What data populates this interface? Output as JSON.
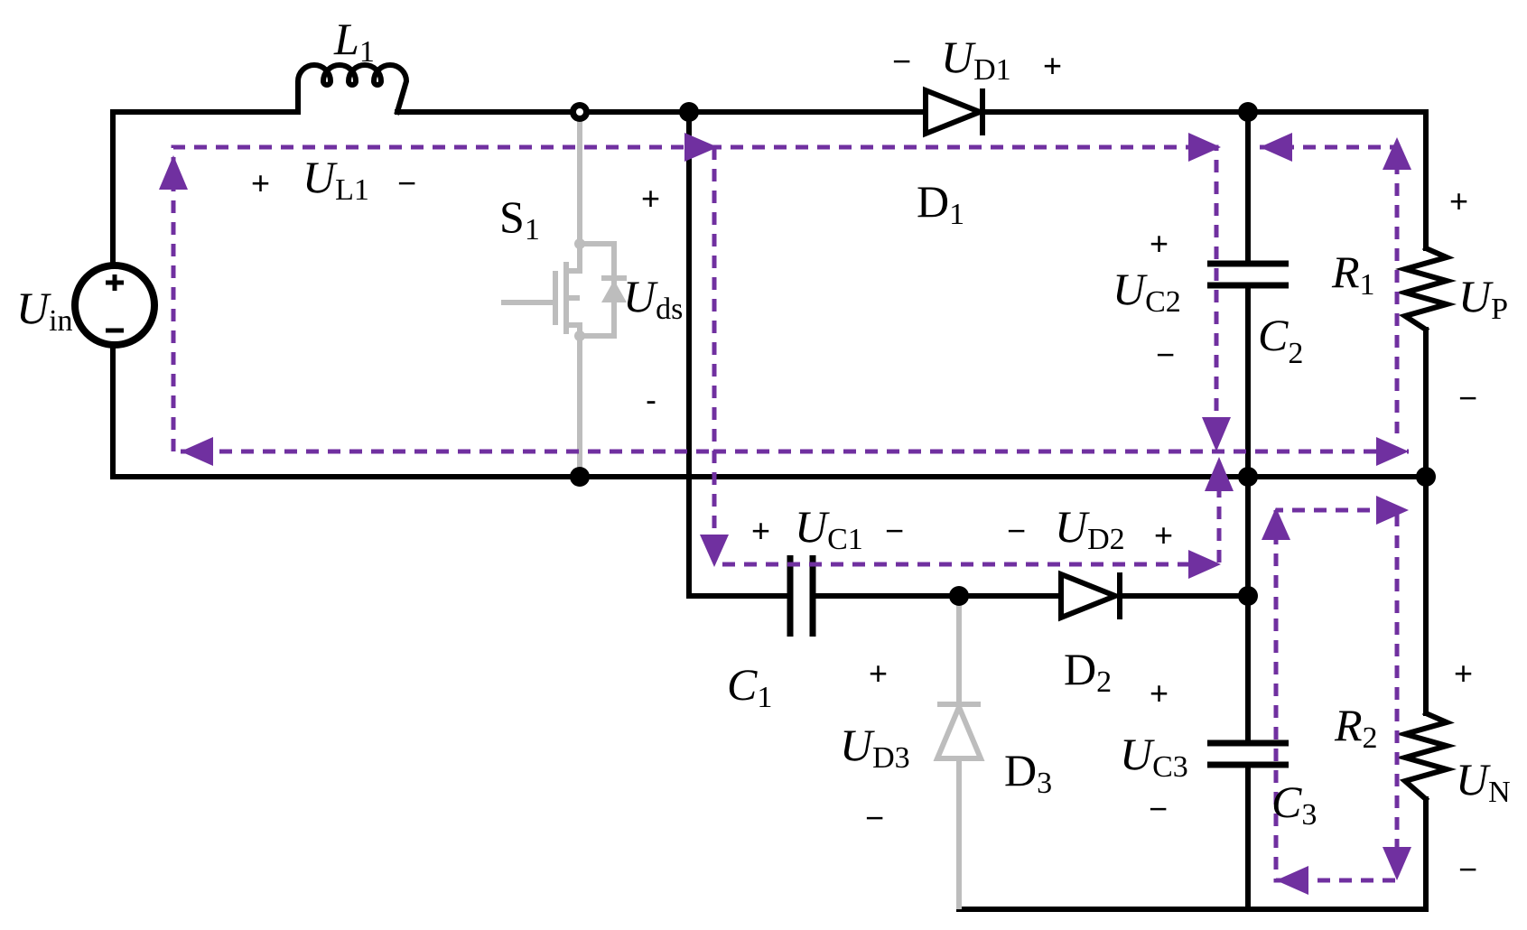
{
  "colors": {
    "wire": "#000000",
    "inactive": "#bdbdbd",
    "current_path": "#7030a0"
  },
  "labels": {
    "L1": {
      "main": "L",
      "sub": "1"
    },
    "S1": {
      "main": "S",
      "sub": "1"
    },
    "D1": {
      "main": "D",
      "sub": "1"
    },
    "D2": {
      "main": "D",
      "sub": "2"
    },
    "D3": {
      "main": "D",
      "sub": "3"
    },
    "C1": {
      "main": "C",
      "sub": "1"
    },
    "C2": {
      "main": "C",
      "sub": "2"
    },
    "C3": {
      "main": "C",
      "sub": "3"
    },
    "R1": {
      "main": "R",
      "sub": "1"
    },
    "R2": {
      "main": "R",
      "sub": "2"
    },
    "Uin": {
      "main": "U",
      "sub": "in"
    },
    "UL1": {
      "main": "U",
      "sub": "L1"
    },
    "UD1": {
      "main": "U",
      "sub": "D1"
    },
    "UD2": {
      "main": "U",
      "sub": "D2"
    },
    "UD3": {
      "main": "U",
      "sub": "D3"
    },
    "UC1": {
      "main": "U",
      "sub": "C1"
    },
    "UC2": {
      "main": "U",
      "sub": "C2"
    },
    "UC3": {
      "main": "U",
      "sub": "C3"
    },
    "Uds": {
      "main": "U",
      "sub": "ds"
    },
    "UP": {
      "main": "U",
      "sub": "P"
    },
    "UN": {
      "main": "U",
      "sub": "N"
    }
  },
  "signs": {
    "plus": "+",
    "minus": "−",
    "minus_small": "-"
  }
}
